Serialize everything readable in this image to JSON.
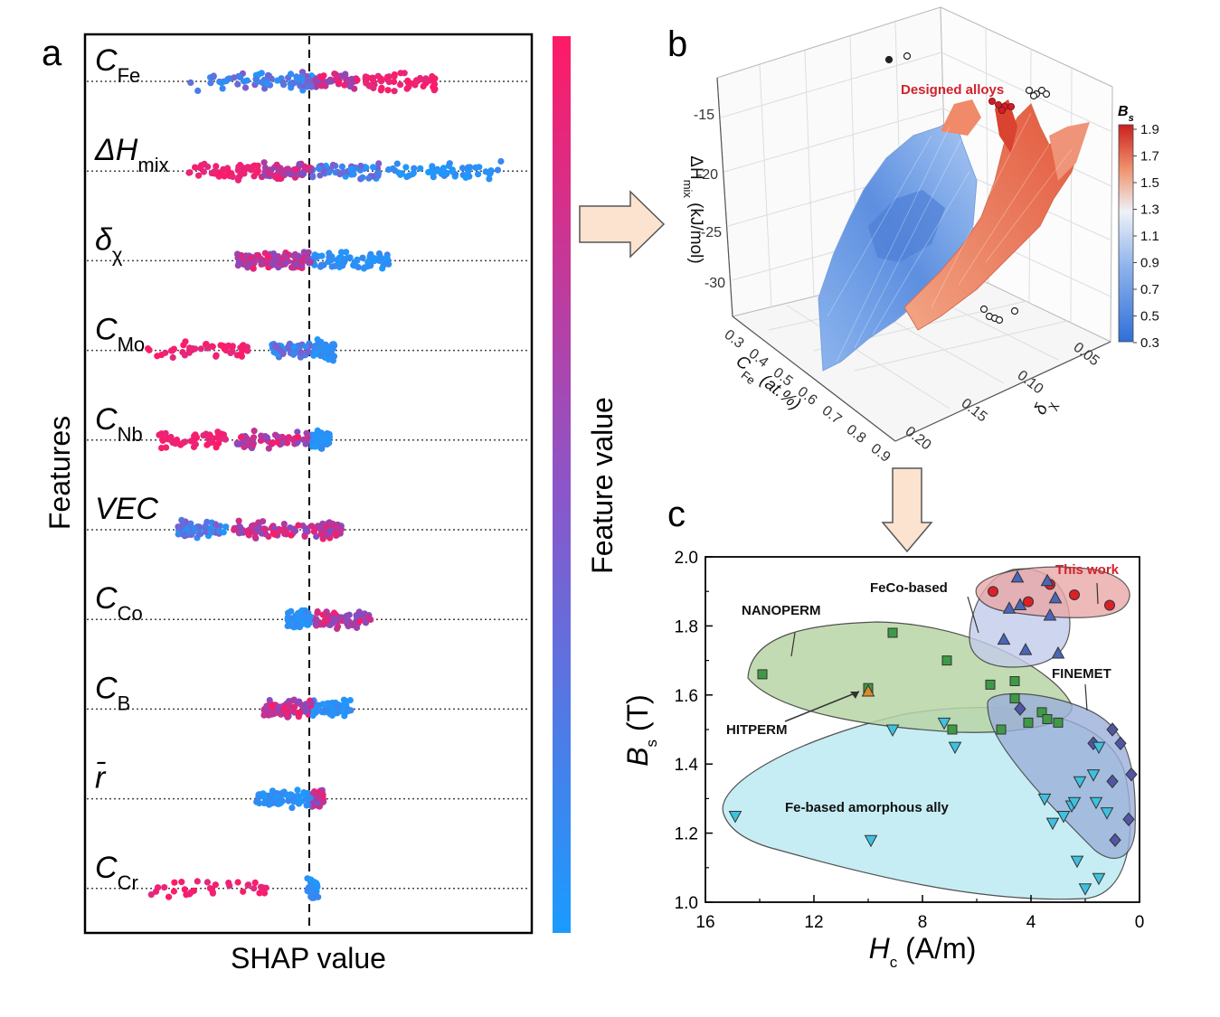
{
  "panel_a": {
    "letter": "a",
    "y_axis_label": "Features",
    "x_axis_label": "SHAP value",
    "colorbar_label": "Feature value",
    "features": [
      {
        "name": "C",
        "sub": "Fe"
      },
      {
        "name": "ΔH",
        "sub": "mix"
      },
      {
        "name": "δ",
        "sub": "χ"
      },
      {
        "name": "C",
        "sub": "Mo"
      },
      {
        "name": "C",
        "sub": "Nb"
      },
      {
        "name": "VEC",
        "sub": ""
      },
      {
        "name": "C",
        "sub": "Co"
      },
      {
        "name": "C",
        "sub": "B"
      },
      {
        "name": "r̄",
        "sub": ""
      },
      {
        "name": "C",
        "sub": "Cr"
      }
    ],
    "colors": {
      "low": "#1a9bff",
      "high": "#ff1a66"
    }
  },
  "panel_b": {
    "letter": "b",
    "z_label": "ΔH",
    "z_label_sub": "mix",
    "z_label_unit": " (kJ/mol)",
    "z_ticks": [
      "-15",
      "-20",
      "-25",
      "-30"
    ],
    "x_label": "C",
    "x_label_sub": "Fe",
    "x_label_unit": " (at.%)",
    "x_ticks": [
      "0.3",
      "0.4",
      "0.5",
      "0.6",
      "0.7",
      "0.8",
      "0.9"
    ],
    "y_label": "δ",
    "y_label_sub": "χ",
    "y_ticks": [
      "0.05",
      "0.10",
      "0.15",
      "0.20"
    ],
    "annotation": "Designed alloys",
    "colorbar_title": "B",
    "colorbar_title_sub": "s",
    "colorbar_ticks": [
      "1.9",
      "1.7",
      "1.5",
      "1.3",
      "1.1",
      "0.9",
      "0.7",
      "0.5",
      "0.3"
    ]
  },
  "panel_c": {
    "letter": "c",
    "x_label": "H",
    "x_label_sub": "c",
    "x_label_unit": " (A/m)",
    "y_label": "B",
    "y_label_sub": "s",
    "y_label_unit": " (T)",
    "x_ticks": [
      "16",
      "12",
      "8",
      "4",
      "0"
    ],
    "y_ticks": [
      "2.0",
      "1.8",
      "1.6",
      "1.4",
      "1.2",
      "1.0"
    ],
    "regions": {
      "this_work": "This work",
      "feco": "FeCo-based",
      "nanoperm": "NANOPERM",
      "hitperm": "HITPERM",
      "finemet": "FINEMET",
      "amorphous": "Fe-based amorphous ally"
    }
  },
  "chart_data": [
    {
      "type": "scatter",
      "title": "",
      "xlabel": "SHAP value",
      "ylabel": "Features",
      "categories": [
        "C_Fe",
        "ΔH_mix",
        "δ_χ",
        "C_Mo",
        "C_Nb",
        "VEC",
        "C_Co",
        "C_B",
        "r̄",
        "C_Cr"
      ],
      "legend": "colorbar: Feature value (low=blue, high=pink)"
    },
    {
      "type": "scatter",
      "title": "",
      "xlabel": "C_Fe (at.%)",
      "ylabel": "δ_χ",
      "zlabel": "ΔH_mix (kJ/mol)",
      "xlim": [
        0.3,
        0.9
      ],
      "ylim": [
        0.05,
        0.2
      ],
      "zlim": [
        -33,
        -12
      ],
      "colorbar": {
        "label": "B_s",
        "range": [
          0.3,
          1.9
        ]
      }
    },
    {
      "type": "scatter",
      "title": "",
      "xlabel": "H_c (A/m)",
      "ylabel": "B_s (T)",
      "xlim": [
        16,
        0
      ],
      "ylim": [
        1.0,
        2.0
      ],
      "series": [
        {
          "name": "This work",
          "marker": "circle",
          "color": "#dd1f26",
          "points": [
            [
              5.4,
              1.9
            ],
            [
              3.3,
              1.92
            ],
            [
              4.1,
              1.87
            ],
            [
              2.4,
              1.89
            ],
            [
              1.1,
              1.86
            ]
          ]
        },
        {
          "name": "FeCo-based",
          "marker": "triangle-up",
          "color": "#4a66b8",
          "points": [
            [
              3.4,
              1.93
            ],
            [
              4.5,
              1.94
            ],
            [
              3.1,
              1.88
            ],
            [
              4.4,
              1.86
            ],
            [
              3.3,
              1.83
            ],
            [
              4.8,
              1.85
            ],
            [
              5.0,
              1.76
            ],
            [
              4.2,
              1.73
            ],
            [
              3.0,
              1.72
            ]
          ]
        },
        {
          "name": "NANOPERM",
          "marker": "square",
          "color": "#3f9a46",
          "points": [
            [
              13.9,
              1.66
            ],
            [
              9.1,
              1.78
            ],
            [
              7.1,
              1.7
            ],
            [
              5.5,
              1.63
            ],
            [
              4.6,
              1.64
            ],
            [
              4.6,
              1.59
            ],
            [
              10.0,
              1.62
            ],
            [
              3.0,
              1.52
            ],
            [
              3.6,
              1.55
            ],
            [
              3.4,
              1.53
            ],
            [
              4.1,
              1.52
            ],
            [
              6.9,
              1.5
            ],
            [
              5.1,
              1.5
            ]
          ]
        },
        {
          "name": "HITPERM",
          "marker": "triangle-up",
          "color": "#d98a2b",
          "points": [
            [
              10.0,
              1.61
            ]
          ]
        },
        {
          "name": "FINEMET",
          "marker": "diamond",
          "color": "#5056a4",
          "points": [
            [
              4.4,
              1.56
            ],
            [
              1.0,
              1.5
            ],
            [
              0.7,
              1.46
            ],
            [
              1.7,
              1.46
            ],
            [
              1.0,
              1.35
            ],
            [
              0.4,
              1.24
            ],
            [
              0.9,
              1.18
            ],
            [
              0.3,
              1.37
            ]
          ]
        },
        {
          "name": "Fe-based amorphous ally",
          "marker": "triangle-down",
          "color": "#3ec1de",
          "points": [
            [
              14.9,
              1.25
            ],
            [
              9.1,
              1.5
            ],
            [
              7.2,
              1.52
            ],
            [
              6.8,
              1.45
            ],
            [
              9.9,
              1.18
            ],
            [
              3.5,
              1.3
            ],
            [
              3.2,
              1.23
            ],
            [
              2.8,
              1.25
            ],
            [
              2.5,
              1.28
            ],
            [
              2.2,
              1.35
            ],
            [
              2.4,
              1.29
            ],
            [
              1.7,
              1.37
            ],
            [
              1.6,
              1.29
            ],
            [
              1.5,
              1.45
            ],
            [
              2.3,
              1.12
            ],
            [
              1.5,
              1.07
            ],
            [
              2.0,
              1.04
            ],
            [
              1.2,
              1.26
            ]
          ]
        }
      ]
    }
  ]
}
